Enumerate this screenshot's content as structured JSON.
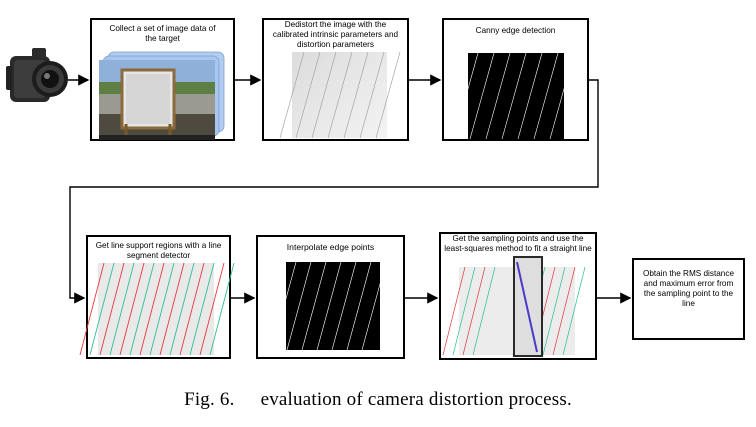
{
  "steps": {
    "collect": "Collect a set of image data of the target",
    "undistort": "Dedistort the image with the calibrated intrinsic parameters and distortion parameters",
    "canny": "Canny edge detection",
    "line_support": "Get line support regions with a line segment detector",
    "interpolate": "Interpolate edge points",
    "sampling": "Get the sampling points and use the least-squares method to fit a straight line",
    "rms": "Obtain the RMS distance and maximum error from the sampling point to the line"
  },
  "caption": {
    "label": "Fig. 6.",
    "text": "evaluation of camera distortion process."
  },
  "colors": {
    "box_border": "#000000",
    "edge_lines": "#ffffff",
    "red_lines": "#e83a3a",
    "green_lines": "#2ec28a",
    "fit_line": "#4b39c8",
    "stack_card": "#a9c6ee"
  }
}
